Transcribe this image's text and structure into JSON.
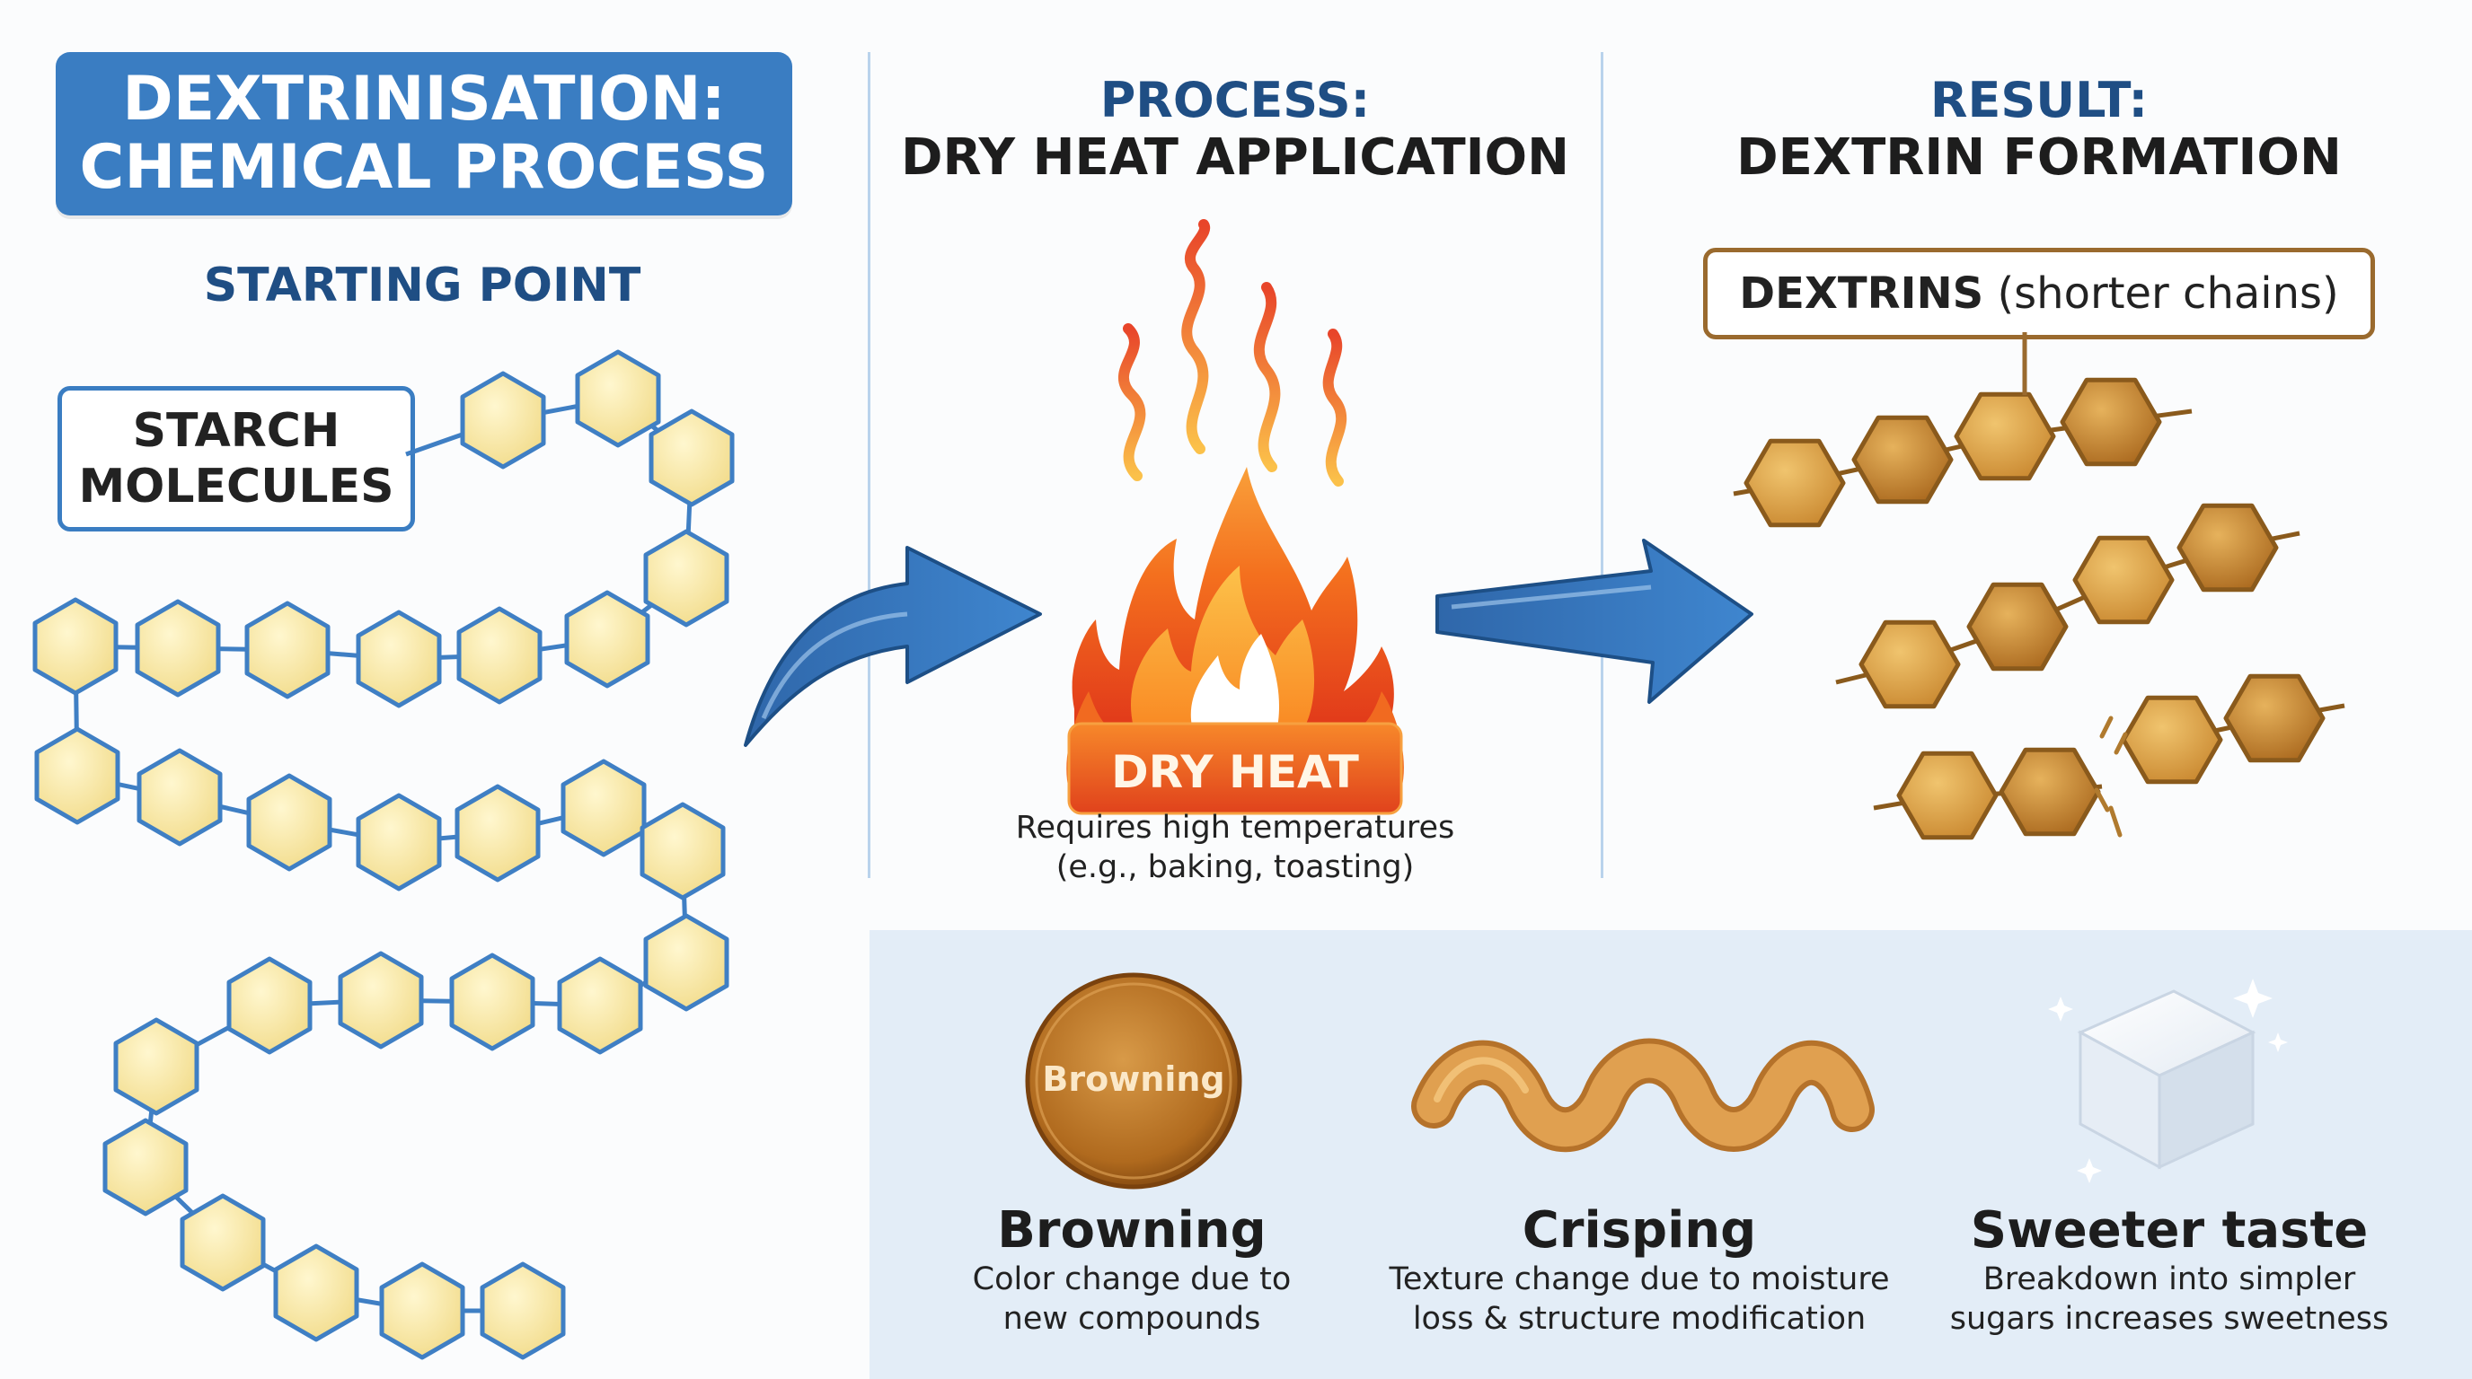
{
  "title": {
    "line1": "DEXTRINISATION:",
    "line2": "CHEMICAL PROCESS"
  },
  "starting": {
    "heading": "STARTING POINT",
    "label_line1": "STARCH",
    "label_line2": "MOLECULES"
  },
  "process": {
    "heading_line1": "PROCESS:",
    "heading_line2": "DRY HEAT APPLICATION",
    "flame_label": "DRY HEAT",
    "note_line1": "Requires high temperatures",
    "note_line2": "(e.g., baking, toasting)"
  },
  "result": {
    "heading_line1": "RESULT:",
    "heading_line2": "DEXTRIN FORMATION",
    "label_bold": "DEXTRINS",
    "label_rest": " (shorter chains)"
  },
  "effects": [
    {
      "icon_label": "Browning",
      "title": "Browning",
      "desc_line1": "Color change due to",
      "desc_line2": "new compounds"
    },
    {
      "title": "Crisping",
      "desc_line1": "Texture change due to moisture",
      "desc_line2": "loss & structure modification"
    },
    {
      "title": "Sweeter taste",
      "desc_line1": "Breakdown into simpler",
      "desc_line2": "sugars increases sweetness"
    }
  ],
  "colors": {
    "accent_blue": "#3a7dc2",
    "heading_navy": "#1f4e84",
    "starch_fill": "#f7e6a0",
    "starch_stroke": "#3f7fc4",
    "dextrin_fill": "#d9a24a",
    "dextrin_stroke": "#8a5a1c",
    "flame_orange": "#f06a1e",
    "panel_bg": "#e3edf7"
  },
  "icons": [
    "heat-waves-icon",
    "flame-icon",
    "curved-arrow-icon",
    "straight-arrow-icon",
    "browning-disc-icon",
    "crisp-curl-icon",
    "sugar-cube-icon",
    "sparkle-icon"
  ]
}
